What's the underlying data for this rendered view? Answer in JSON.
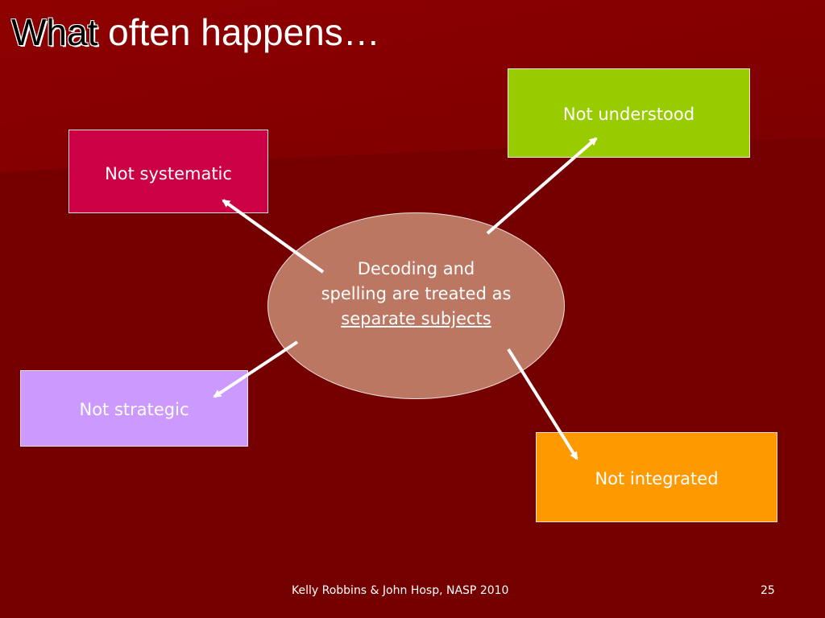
{
  "slide": {
    "title_emphasis": "What",
    "title_rest": " often happens…",
    "center": {
      "line1": "Decoding and",
      "line2": "spelling are treated as",
      "line3": "separate subjects"
    },
    "boxes": {
      "systematic": "Not systematic",
      "understood": "Not understood",
      "strategic": "Not strategic",
      "integrated": "Not integrated"
    },
    "footer": {
      "credit": "Kelly Robbins & John Hosp,  NASP 2010",
      "page_number": "25"
    }
  },
  "colors": {
    "background": "#750000",
    "systematic": "#cc0044",
    "understood": "#99cc00",
    "strategic": "#cc99ff",
    "integrated": "#ff9900",
    "center": "#bb7762",
    "arrow": "#ffffff"
  }
}
